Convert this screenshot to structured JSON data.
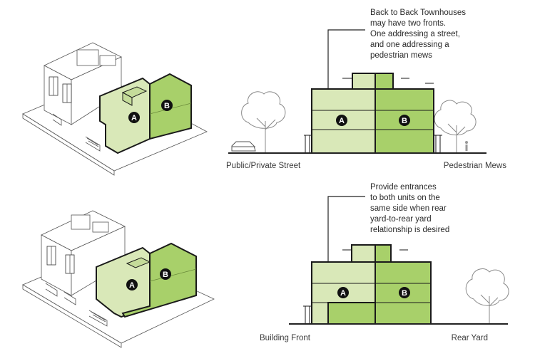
{
  "top_section": {
    "callout": [
      "Back to Back Townhouses",
      "may have two fronts.",
      "One  addressing a street,",
      "and one addressing a",
      "pedestrian mews"
    ],
    "left_label": "Public/Private Street",
    "right_label": "Pedestrian Mews",
    "unit_a": "A",
    "unit_b": "B"
  },
  "bottom_section": {
    "callout": [
      "Provide entrances",
      "to both units on the",
      "same side when rear",
      "yard-to-rear yard",
      "relationship is desired"
    ],
    "left_label": "Building Front",
    "right_label": "Rear Yard",
    "unit_a": "A",
    "unit_b": "B"
  },
  "colors": {
    "unit_a_light": "#d9e8b8",
    "unit_b_green": "#a8d06a",
    "outline": "#1a1a1a",
    "ground": "#222222",
    "tree_line": "#8a8a8a"
  }
}
